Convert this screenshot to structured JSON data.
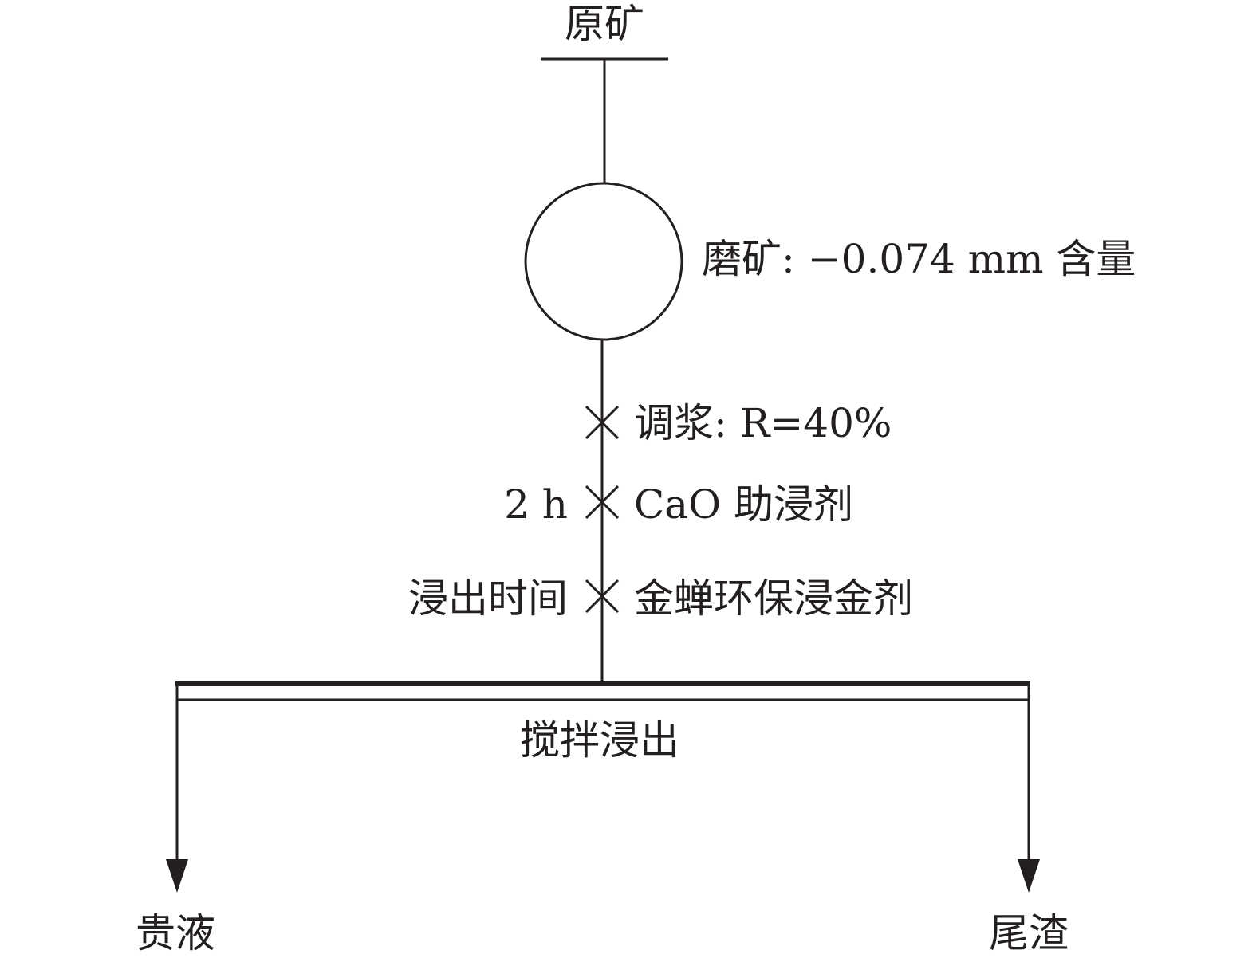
{
  "flowsheet": {
    "feed": "原矿",
    "grinding": "磨矿: −0.074 mm 含量",
    "slurry": "调浆: R=40%",
    "time_value": "2 h",
    "reagent_cao": "CaO 助浸剂",
    "time_label": "浸出时间",
    "reagent_gold": "金蝉环保浸金剂",
    "leaching": "搅拌浸出",
    "product_left": "贵液",
    "product_right": "尾渣"
  },
  "style": {
    "line_color": "#231f20",
    "background": "#ffffff"
  }
}
